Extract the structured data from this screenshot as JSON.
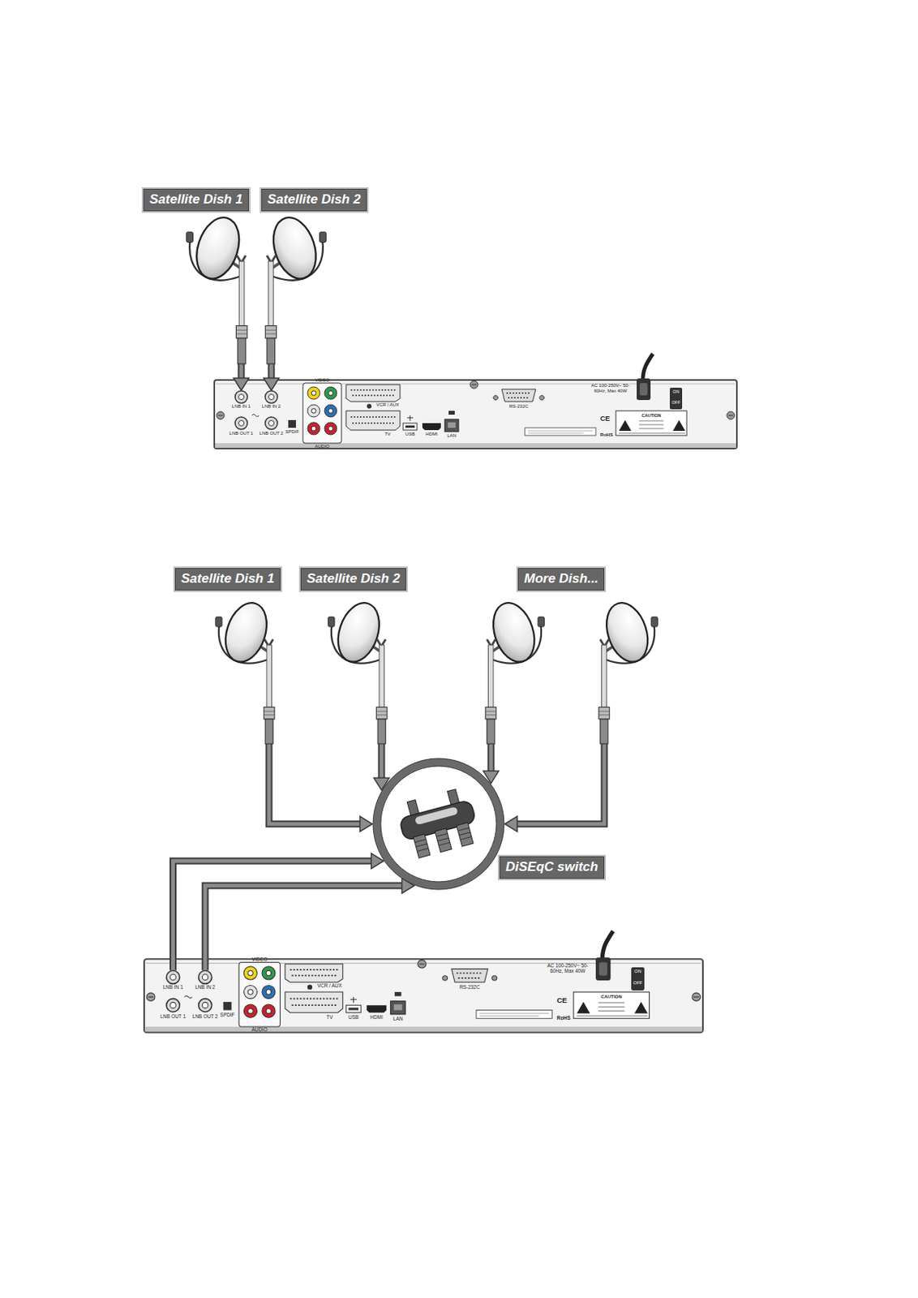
{
  "diagram": {
    "nodes": [
      {
        "text": [
          "Satellite Dish 1"
        ]
      },
      {
        "text": [
          "Satellite Dish 2"
        ]
      },
      {
        "text": [
          "LNB IN 1"
        ]
      },
      {
        "text": [
          "LNB IN 2"
        ]
      },
      {
        "text": [
          "Satellite Dish 1"
        ]
      },
      {
        "text": [
          "Satellite Dish 2"
        ]
      },
      {
        "text": [
          "More Dish..."
        ]
      },
      {
        "text": [
          "DiSEqC switch"
        ]
      },
      {
        "text": [
          "LNB IN 1"
        ]
      },
      {
        "text": [
          "LNB IN 2"
        ]
      }
    ],
    "edges": [
      {
        "from": 0,
        "to": 2,
        "arrow": "to"
      },
      {
        "from": 1,
        "to": 3,
        "arrow": "to"
      },
      {
        "from": 4,
        "to": 7,
        "arrow": "to"
      },
      {
        "from": 5,
        "to": 7,
        "arrow": "to"
      },
      {
        "from": 6,
        "to": 7,
        "arrow": "to"
      },
      {
        "from": 6,
        "to": 7,
        "arrow": "to"
      },
      {
        "from": 8,
        "to": 7,
        "arrow": "to"
      },
      {
        "from": 9,
        "to": 7,
        "arrow": "to"
      }
    ],
    "labels": [
      "LNB OUT 1",
      "LNB OUT 2",
      "SPDIF",
      "VIDEO",
      "AUDIO",
      "VCR / AUX",
      "TV",
      "USB",
      "HDMI",
      "LAN",
      "RS-232C",
      "AC 100-250V~ 50-60Hz, Max 40W",
      "ON",
      "OFF",
      "CE",
      "CAUTION",
      "RoHS",
      "LNB OUT 1",
      "LNB OUT 2",
      "SPDIF",
      "VIDEO",
      "AUDIO",
      "VCR / AUX",
      "TV",
      "USB",
      "HDMI",
      "LAN",
      "RS-232C",
      "AC 100-250V~ 50-60Hz, Max 40W",
      "ON",
      "OFF",
      "CE",
      "CAUTION",
      "RoHS"
    ]
  }
}
